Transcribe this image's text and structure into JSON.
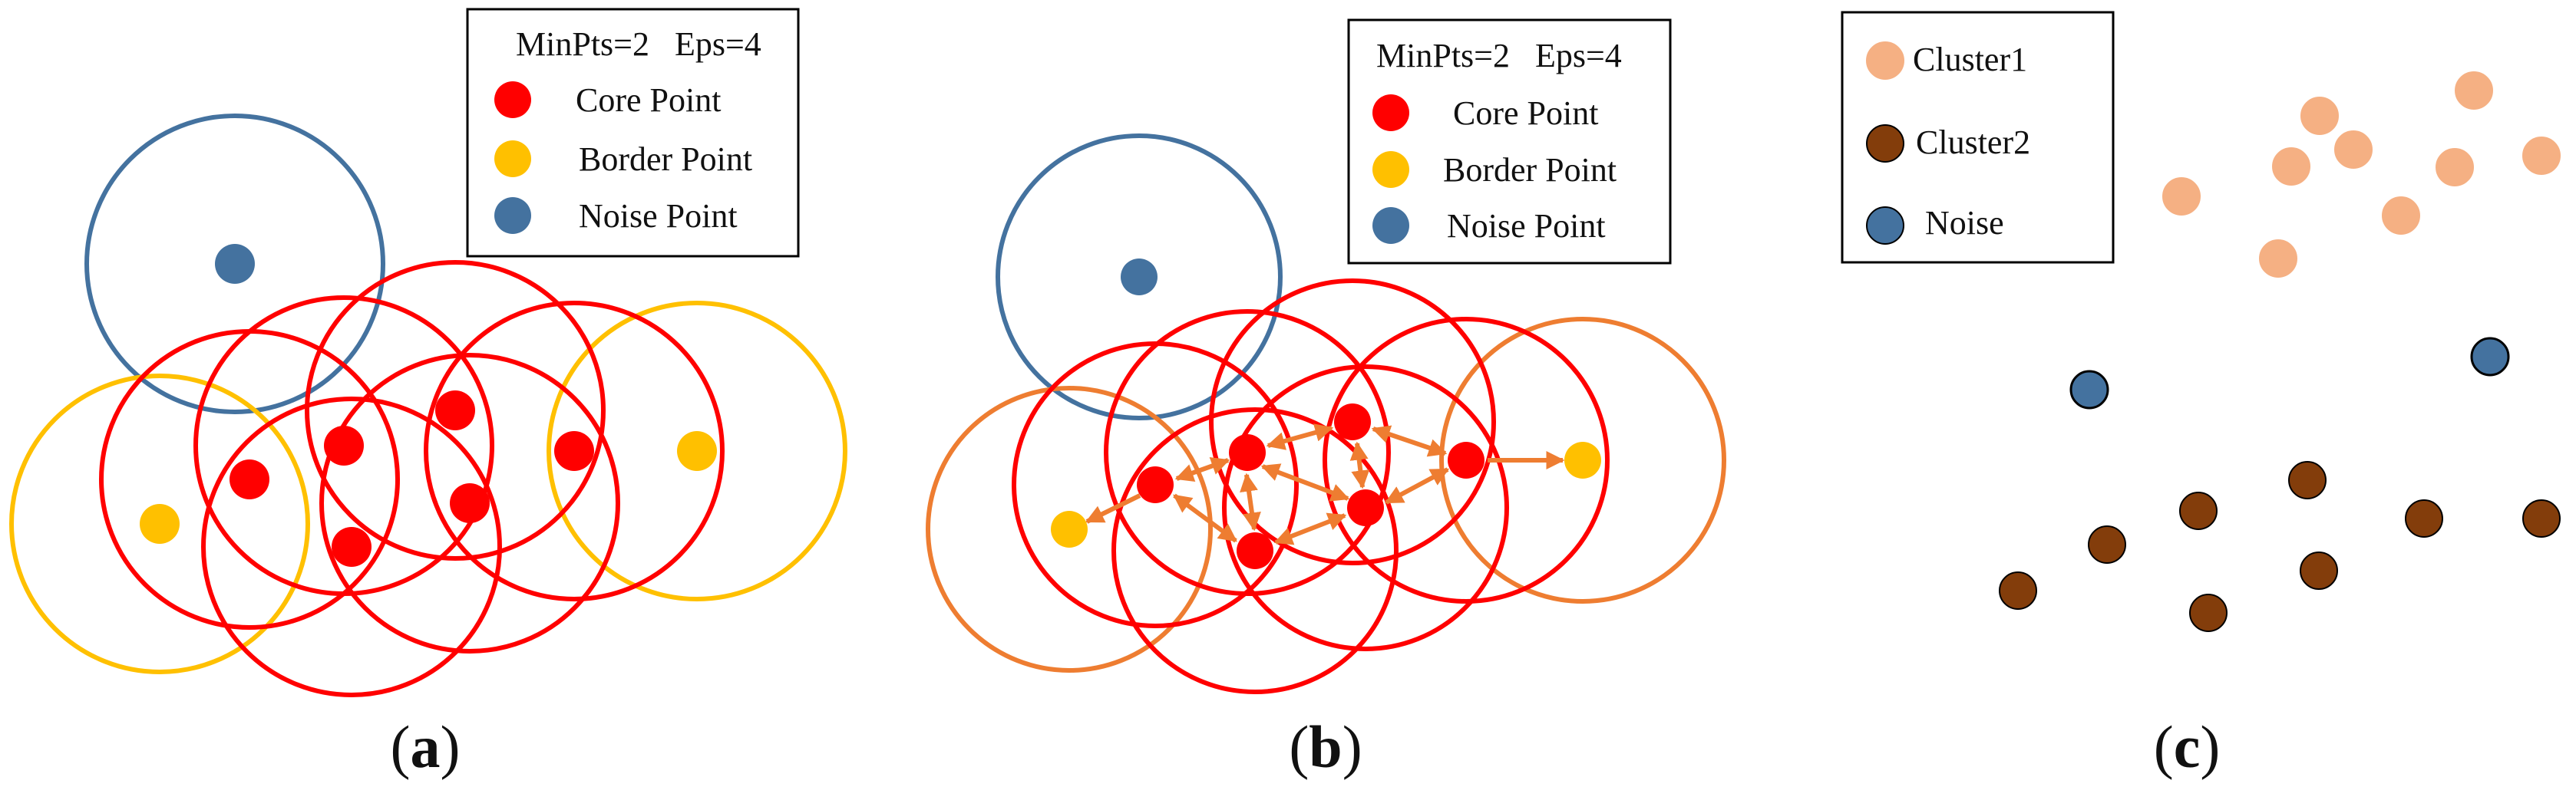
{
  "colors": {
    "core": "#ff0000",
    "border": "#ffc000",
    "noise": "#44729f",
    "border_circle_b": "#ee7d31",
    "arrow": "#ee7d31",
    "cluster1": "#f5b083",
    "cluster2": "#833d0b",
    "legend_border": "#000000"
  },
  "panel_a": {
    "legend": {
      "params": "MinPts=2   Eps=4",
      "items": [
        {
          "label": "Core Point",
          "type": "core"
        },
        {
          "label": "Border Point",
          "type": "border"
        },
        {
          "label": "Noise Point",
          "type": "noise"
        }
      ]
    },
    "caption": {
      "open": "(",
      "letter": "a",
      "close": ")"
    }
  },
  "panel_b": {
    "legend": {
      "params": "MinPts=2   Eps=4",
      "items": [
        {
          "label": "Core Point",
          "type": "core"
        },
        {
          "label": "Border Point",
          "type": "border"
        },
        {
          "label": "Noise Point",
          "type": "noise"
        }
      ]
    },
    "caption": {
      "open": "(",
      "letter": "b",
      "close": ")"
    }
  },
  "panel_c": {
    "legend": {
      "items": [
        {
          "label": "Cluster1",
          "type": "cluster1"
        },
        {
          "label": "Cluster2",
          "type": "cluster2"
        },
        {
          "label": "Noise",
          "type": "noise"
        }
      ]
    },
    "caption": {
      "open": "(",
      "letter": "c",
      "close": ")"
    }
  }
}
